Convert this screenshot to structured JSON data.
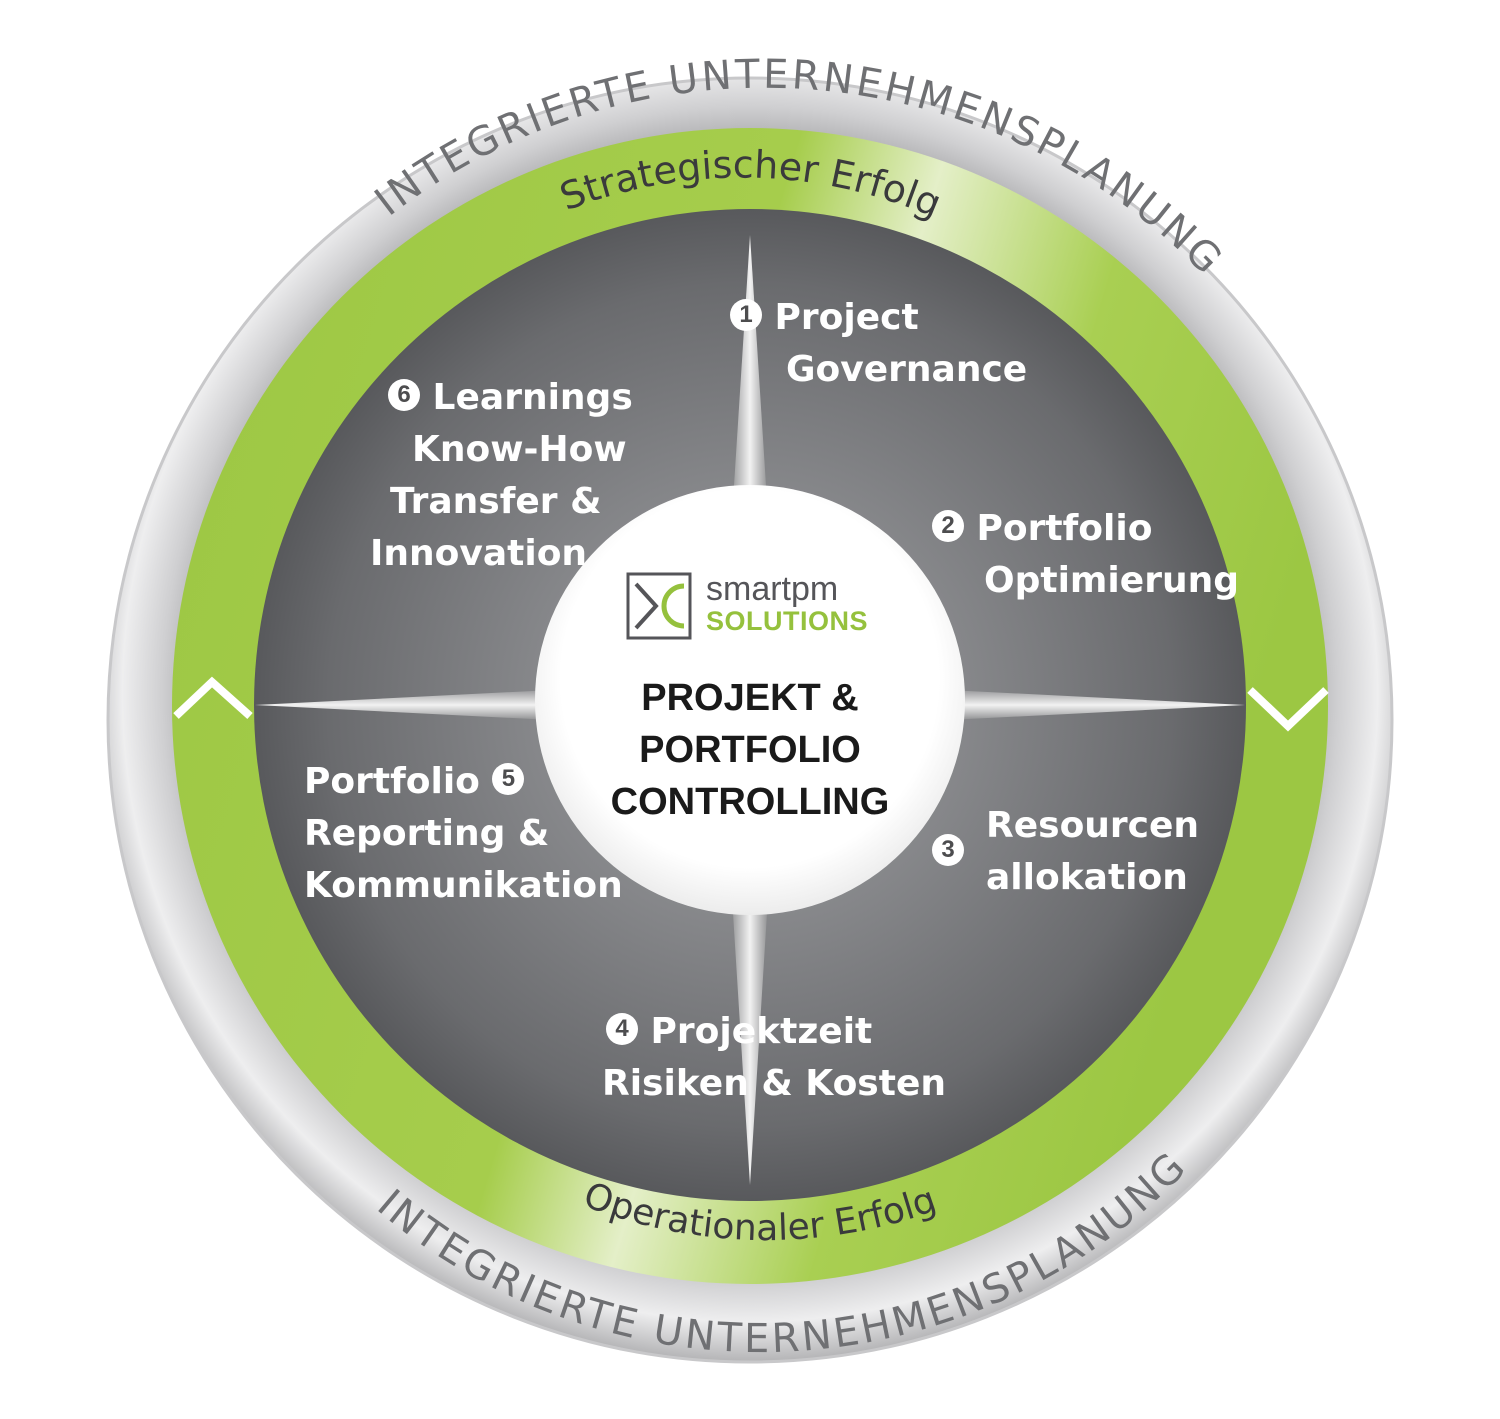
{
  "outer_ring": {
    "top_label": "INTEGRIERTE UNTERNEHMENSPLANUNG",
    "bottom_label": "INTEGRIERTE UNTERNEHMENSPLANUNG"
  },
  "green_ring": {
    "top_label": "Strategischer  Erfolg",
    "bottom_label": "Operationaler Erfolg"
  },
  "center": {
    "logo_word1": "smartpm",
    "logo_word2": "SOLUTIONS",
    "title_lines": [
      "PROJEKT &",
      "PORTFOLIO",
      "CONTROLLING"
    ]
  },
  "segments": [
    {
      "number": "1",
      "lines": [
        "Project",
        "Governance"
      ]
    },
    {
      "number": "2",
      "lines": [
        "Portfolio",
        "Optimierung"
      ]
    },
    {
      "number": "3",
      "lines": [
        "Resourcen",
        "allokation"
      ]
    },
    {
      "number": "4",
      "lines": [
        "Projektzeit",
        "Risiken & Kosten"
      ]
    },
    {
      "number": "5",
      "lines": [
        "Portfolio",
        "Reporting &",
        "Kommunikation"
      ]
    },
    {
      "number": "6",
      "lines": [
        "Learnings",
        "Know-How",
        "Transfer &",
        "Innovation"
      ]
    }
  ],
  "colors": {
    "accent_green": "#95c13d",
    "segment_gray": "#6d6e71",
    "ring_silver": "#d9d9db",
    "text_dark": "#58595b"
  }
}
